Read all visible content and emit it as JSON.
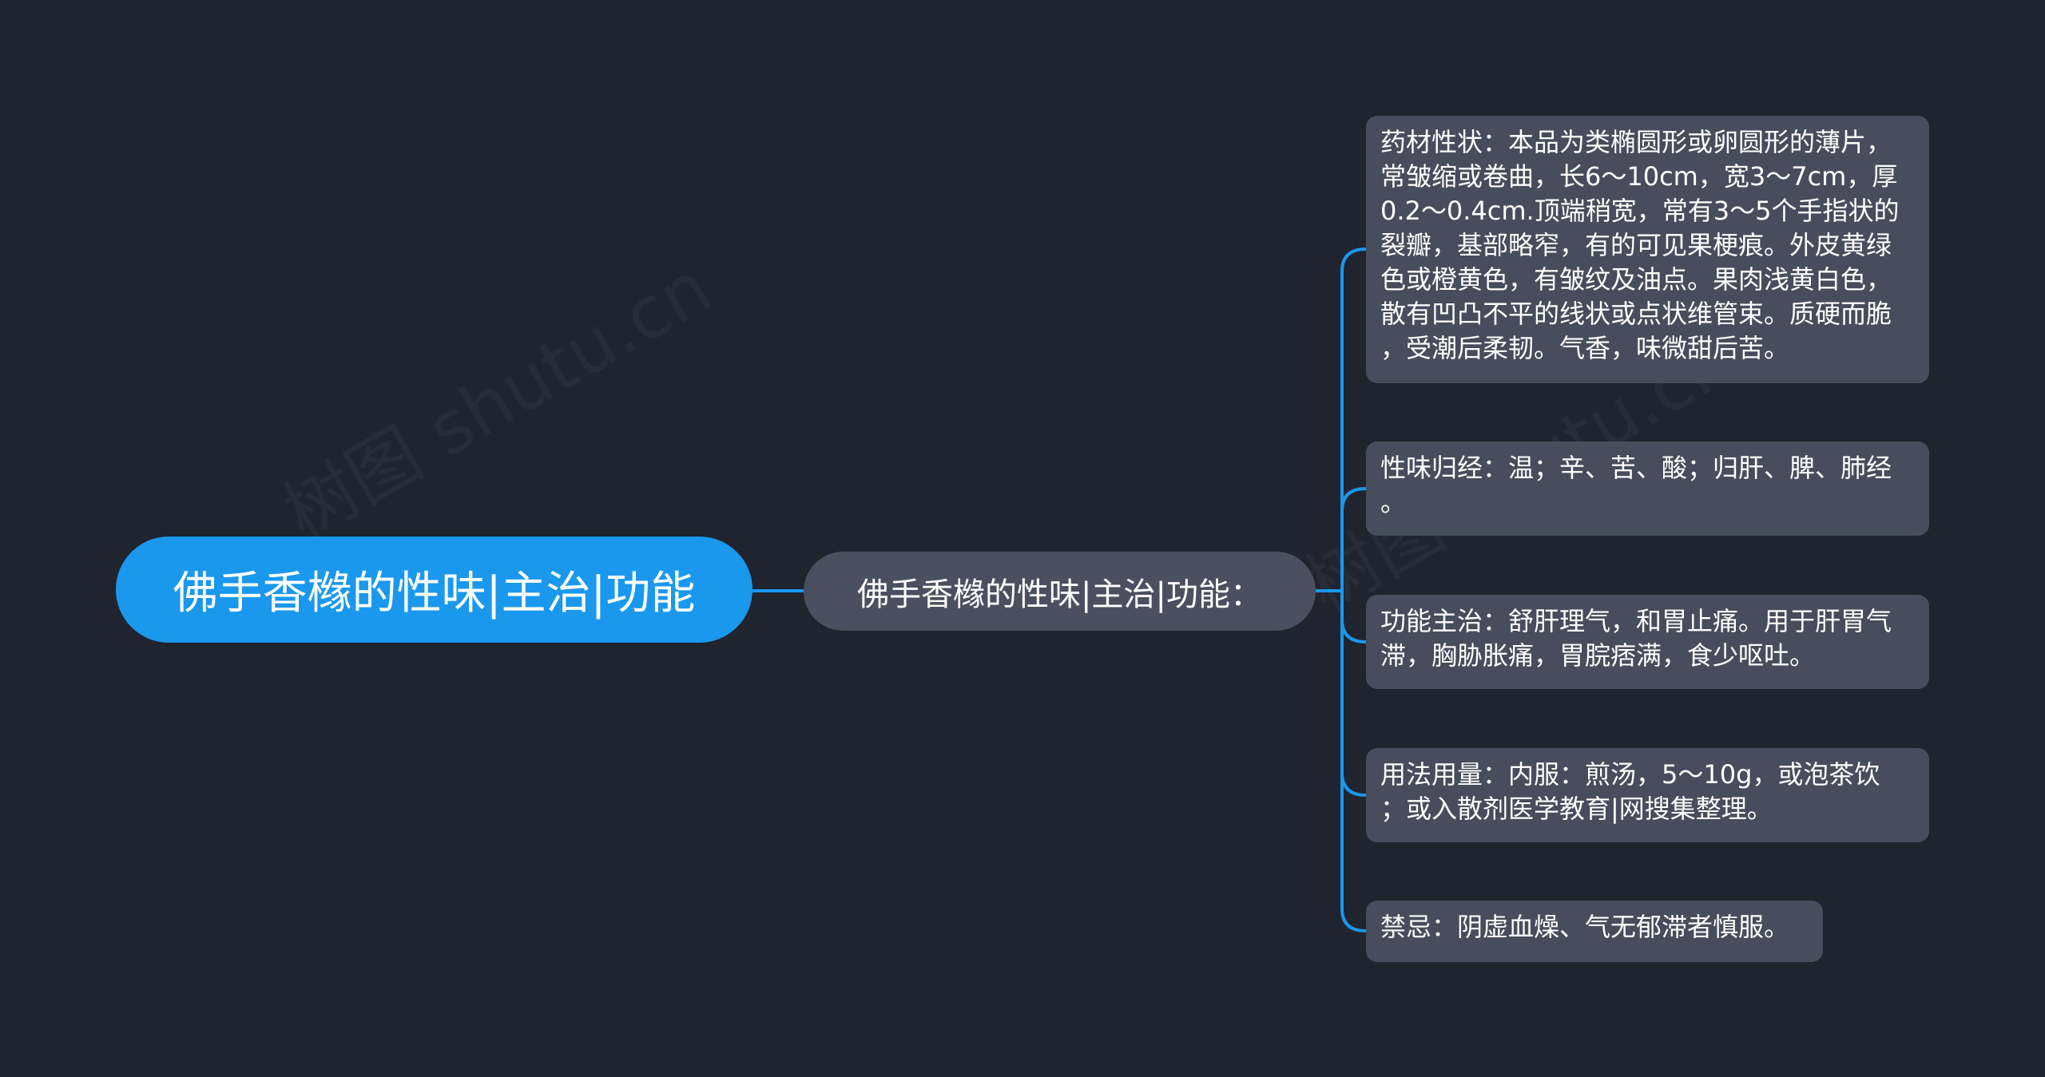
{
  "root": {
    "label": "佛手香橼的性味|主治|功能"
  },
  "branch": {
    "label": "佛手香橼的性味|主治|功能："
  },
  "leaves": [
    {
      "lines": [
        "药材性状：本品为类椭圆形或卵圆形的薄片，",
        "常皱缩或卷曲，长6～10cm，宽3～7cm，厚",
        "0.2～0.4cm.顶端稍宽，常有3～5个手指状的",
        "裂瓣，基部略窄，有的可见果梗痕。外皮黄绿",
        "色或橙黄色，有皱纹及油点。果肉浅黄白色，",
        "散有凹凸不平的线状或点状维管束。质硬而脆",
        "，受潮后柔韧。气香，味微甜后苦。"
      ]
    },
    {
      "lines": [
        "性味归经：温；辛、苦、酸；归肝、脾、肺经",
        "。"
      ]
    },
    {
      "lines": [
        "功能主治：舒肝理气，和胃止痛。用于肝胃气",
        "滞，胸胁胀痛，胃脘痞满，食少呕吐。"
      ]
    },
    {
      "lines": [
        "用法用量：内服：煎汤，5～10g，或泡茶饮",
        "；或入散剂医学教育|网搜集整理。"
      ]
    },
    {
      "lines": [
        "禁忌：阴虚血燥、气无郁滞者慎服。"
      ]
    }
  ],
  "watermark": "树图 shutu.cn",
  "colors": {
    "background": "#20242f",
    "root": "#1a98ee",
    "branch": "#4a5060",
    "leaf": "#474d5c",
    "connector": "#1a98ee"
  }
}
